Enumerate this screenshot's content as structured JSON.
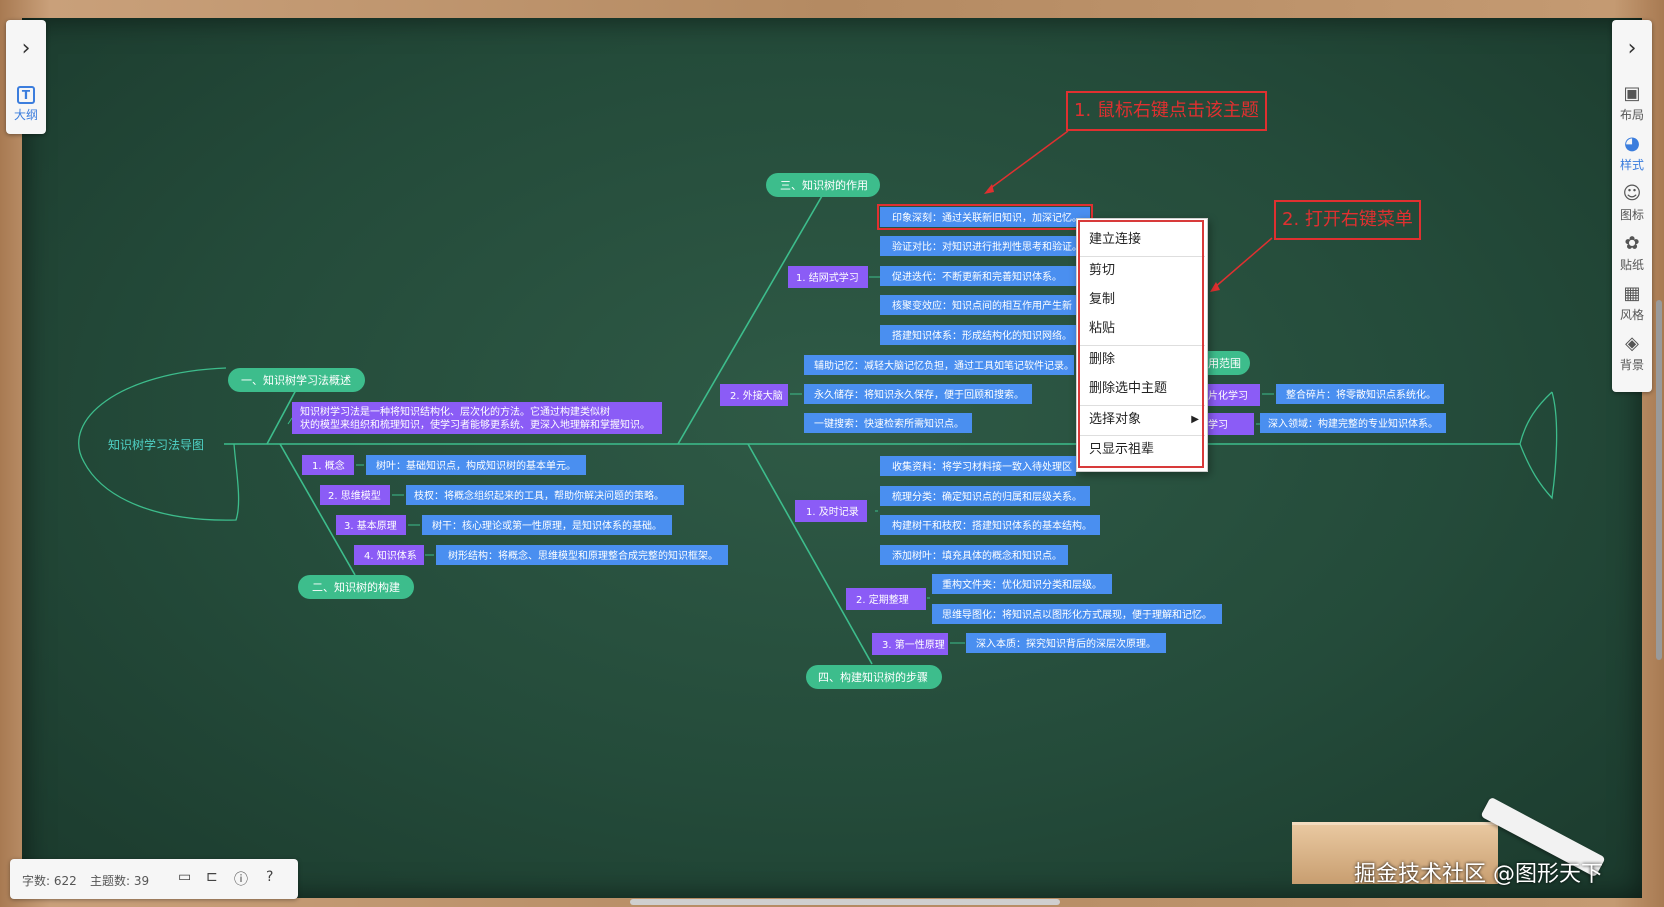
{
  "left_panel": {
    "toggle_icon": "chevron-right-icon",
    "outline_label": "大纲"
  },
  "right_panel": {
    "toggle_icon": "chevron-right-icon",
    "tools": [
      {
        "label": "布局",
        "icon": "layout-icon"
      },
      {
        "label": "样式",
        "icon": "palette-icon"
      },
      {
        "label": "图标",
        "icon": "smiley-icon"
      },
      {
        "label": "贴纸",
        "icon": "flower-icon"
      },
      {
        "label": "风格",
        "icon": "grid-icon"
      },
      {
        "label": "背景",
        "icon": "layers-icon"
      }
    ]
  },
  "mindmap": {
    "root": "知识树学习法导图",
    "branches": {
      "b1": "一、知识树学习法概述",
      "b2": "二、知识树的构建",
      "b3": "三、知识树的作用",
      "b4": "四、构建知识树的步骤",
      "b5_partial": "用范围"
    },
    "b1_desc": [
      "知识树学习法是一种将知识结构化、层次化的方法。它通过构建类似树",
      "状的模型来组织和梳理知识，使学习者能够更系统、更深入地理解和掌握知识。"
    ],
    "b2_children": [
      {
        "label": "1. 概念",
        "detail": "树叶：基础知识点，构成知识树的基本单元。"
      },
      {
        "label": "2. 思维模型",
        "detail": "枝杈：将概念组织起来的工具，帮助你解决问题的策略。"
      },
      {
        "label": "3. 基本原理",
        "detail": "树干：核心理论或第一性原理，是知识体系的基础。"
      },
      {
        "label": "4. 知识体系",
        "detail": "树形结构：将概念、思维模型和原理整合成完整的知识框架。"
      }
    ],
    "b3_children": [
      {
        "label": "1. 结网式学习",
        "details": [
          "印象深刻：通过关联新旧知识，加深记忆。",
          "验证对比：对知识进行批判性思考和验证。",
          "促进迭代：不断更新和完善知识体系。",
          "核聚变效应：知识点间的相互作用产生新",
          "搭建知识体系：形成结构化的知识网络。"
        ]
      },
      {
        "label": "2. 外接大脑",
        "details": [
          "辅助记忆：减轻大脑记忆负担，通过工具如笔记软件记录。",
          "永久储存：将知识永久保存，便于回顾和搜索。",
          "一键搜索：快速检索所需知识点。"
        ]
      }
    ],
    "b4_children": [
      {
        "label": "1. 及时记录",
        "details": [
          "收集资料：将学习材料接一致入待处理区",
          "梳理分类：确定知识点的归属和层级关系。",
          "构建树干和枝杈：搭建知识体系的基本结构。",
          "添加树叶：填充具体的概念和知识点。"
        ]
      },
      {
        "label": "2. 定期整理",
        "details": [
          "重构文件夹：优化知识分类和层级。",
          "思维导图化：将知识点以图形化方式展现，便于理解和记忆。"
        ]
      },
      {
        "label": "3. 第一性原理",
        "details": [
          "深入本质：探究知识背后的深层次原理。"
        ]
      }
    ],
    "b5_children": [
      {
        "label": "片化学习",
        "detail": "整合碎片：将零散知识点系统化。"
      },
      {
        "label": "学习",
        "detail": "深入领域：构建完整的专业知识体系。"
      }
    ]
  },
  "context_menu": {
    "items": [
      "建立连接",
      "剪切",
      "复制",
      "粘贴",
      "删除",
      "删除选中主题",
      "选择对象",
      "只显示祖辈"
    ]
  },
  "annotations": {
    "step1": "1. 鼠标右键点击该主题",
    "step2": "2. 打开右键菜单"
  },
  "status_bar": {
    "word_count": "字数: 622",
    "topic_count": "主题数: 39"
  },
  "watermark": "掘金技术社区 @图形天下",
  "colors": {
    "board": "#244b3a",
    "branch_green": "#3dbd8c",
    "node_purple": "#8b5cf6",
    "node_blue": "#4a8ff0",
    "annotation_red": "#e03030"
  }
}
